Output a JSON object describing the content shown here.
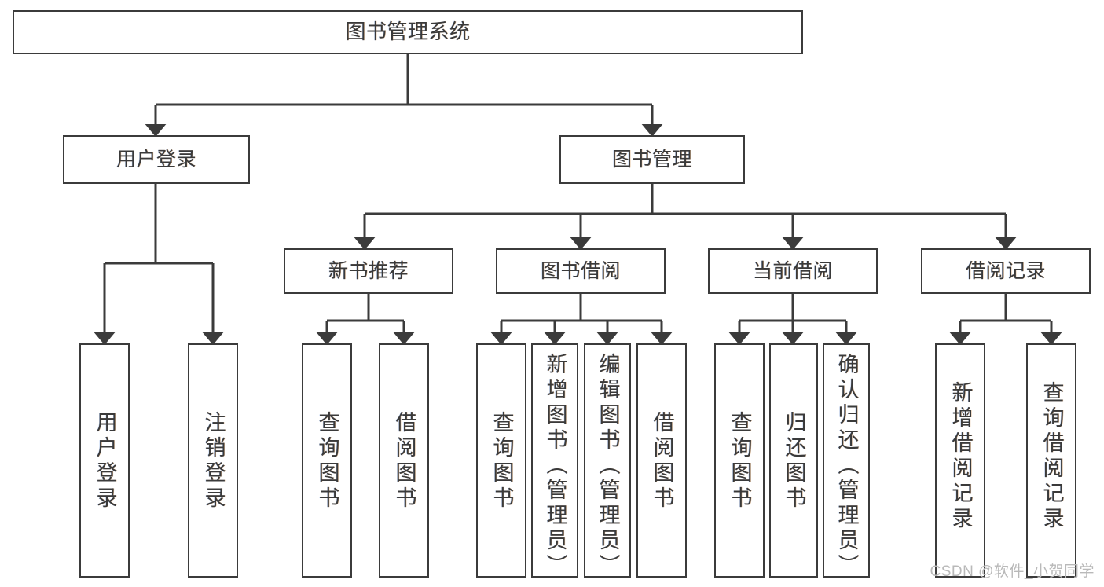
{
  "diagram": {
    "type": "tree",
    "title": "图书管理系统",
    "root": {
      "label": "图书管理系统"
    },
    "tier1": [
      {
        "label": "用户登录"
      },
      {
        "label": "图书管理"
      }
    ],
    "tier2": [
      {
        "label": "新书推荐"
      },
      {
        "label": "图书借阅"
      },
      {
        "label": "当前借阅"
      },
      {
        "label": "借阅记录"
      }
    ],
    "leaves": {
      "user_login": [
        {
          "label": "用户登录"
        },
        {
          "label": "注销登录"
        }
      ],
      "new_book_recommend": [
        {
          "label": "查询图书"
        },
        {
          "label": "借阅图书"
        }
      ],
      "book_borrow": [
        {
          "label": "查询图书"
        },
        {
          "label": "新增图书（管理员）"
        },
        {
          "label": "编辑图书（管理员）"
        },
        {
          "label": "借阅图书"
        }
      ],
      "current_borrow": [
        {
          "label": "查询图书"
        },
        {
          "label": "归还图书"
        },
        {
          "label": "确认归还（管理员）"
        }
      ],
      "borrow_record": [
        {
          "label": "新增借阅记录"
        },
        {
          "label": "查询借阅记录"
        }
      ]
    }
  },
  "watermark": {
    "text": "CSDN @软件_小贺同学"
  },
  "colors": {
    "stroke": "#3b3b3b",
    "fill": "#ffffff",
    "text": "#3a3a3a",
    "watermark": "#b9b9b9"
  }
}
